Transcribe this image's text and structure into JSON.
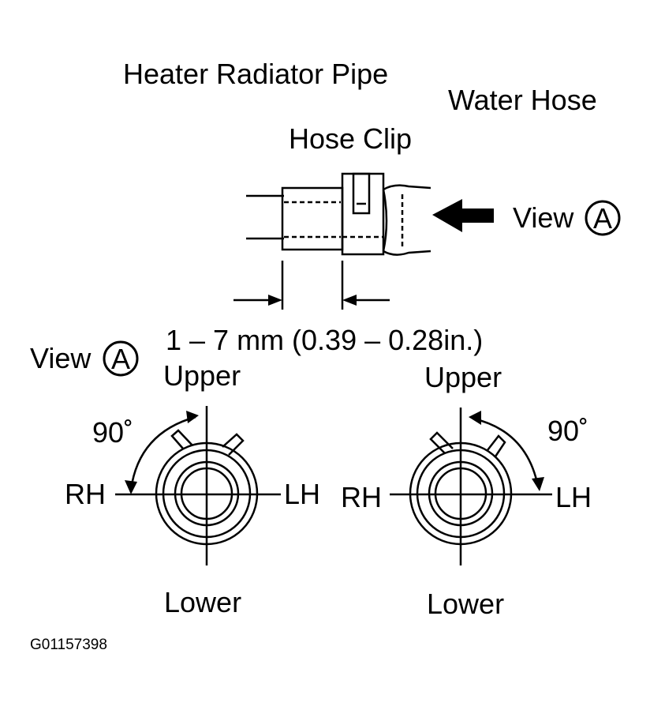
{
  "labels": {
    "heater_pipe": "Heater Radiator Pipe",
    "water_hose": "Water Hose",
    "hose_clip": "Hose Clip",
    "view_a_top": "View",
    "view_a_left": "View",
    "circle_letter": "A",
    "dimension": "1 – 7 mm (0.39 – 0.28in.)",
    "left_upper": "Upper",
    "left_lower": "Lower",
    "left_rh": "RH",
    "left_lh": "LH",
    "left_angle": "90˚",
    "right_upper": "Upper",
    "right_lower": "Lower",
    "right_rh": "RH",
    "right_lh": "LH",
    "right_angle": "90˚",
    "figure_code": "G01157398"
  }
}
